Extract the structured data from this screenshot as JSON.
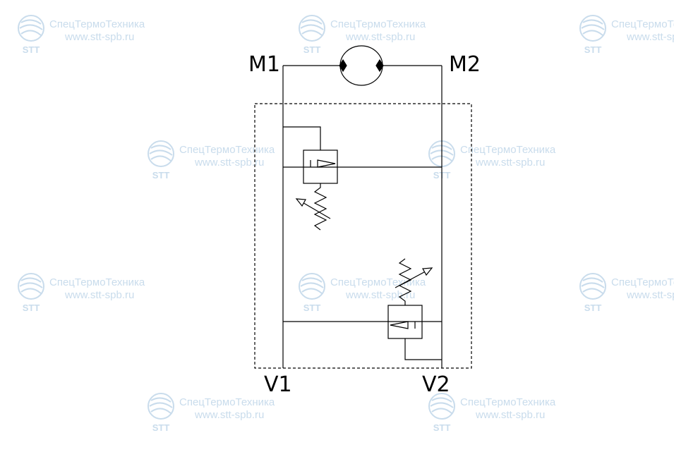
{
  "diagram": {
    "ports": {
      "m1": "M1",
      "m2": "M2",
      "v1": "V1",
      "v2": "V2"
    },
    "components": [
      {
        "name": "hydraulic-motor",
        "kind": "bidirectional motor"
      },
      {
        "name": "relief-valve-upper",
        "kind": "adjustable pressure relief valve"
      },
      {
        "name": "relief-valve-lower",
        "kind": "adjustable pressure relief valve"
      }
    ],
    "colors": {
      "line": "#000000",
      "watermark": "#c9dcec"
    }
  },
  "watermark": {
    "brand": "СпецТермоТехника",
    "url": "www.stt-spb.ru",
    "logo_text": "STT"
  }
}
